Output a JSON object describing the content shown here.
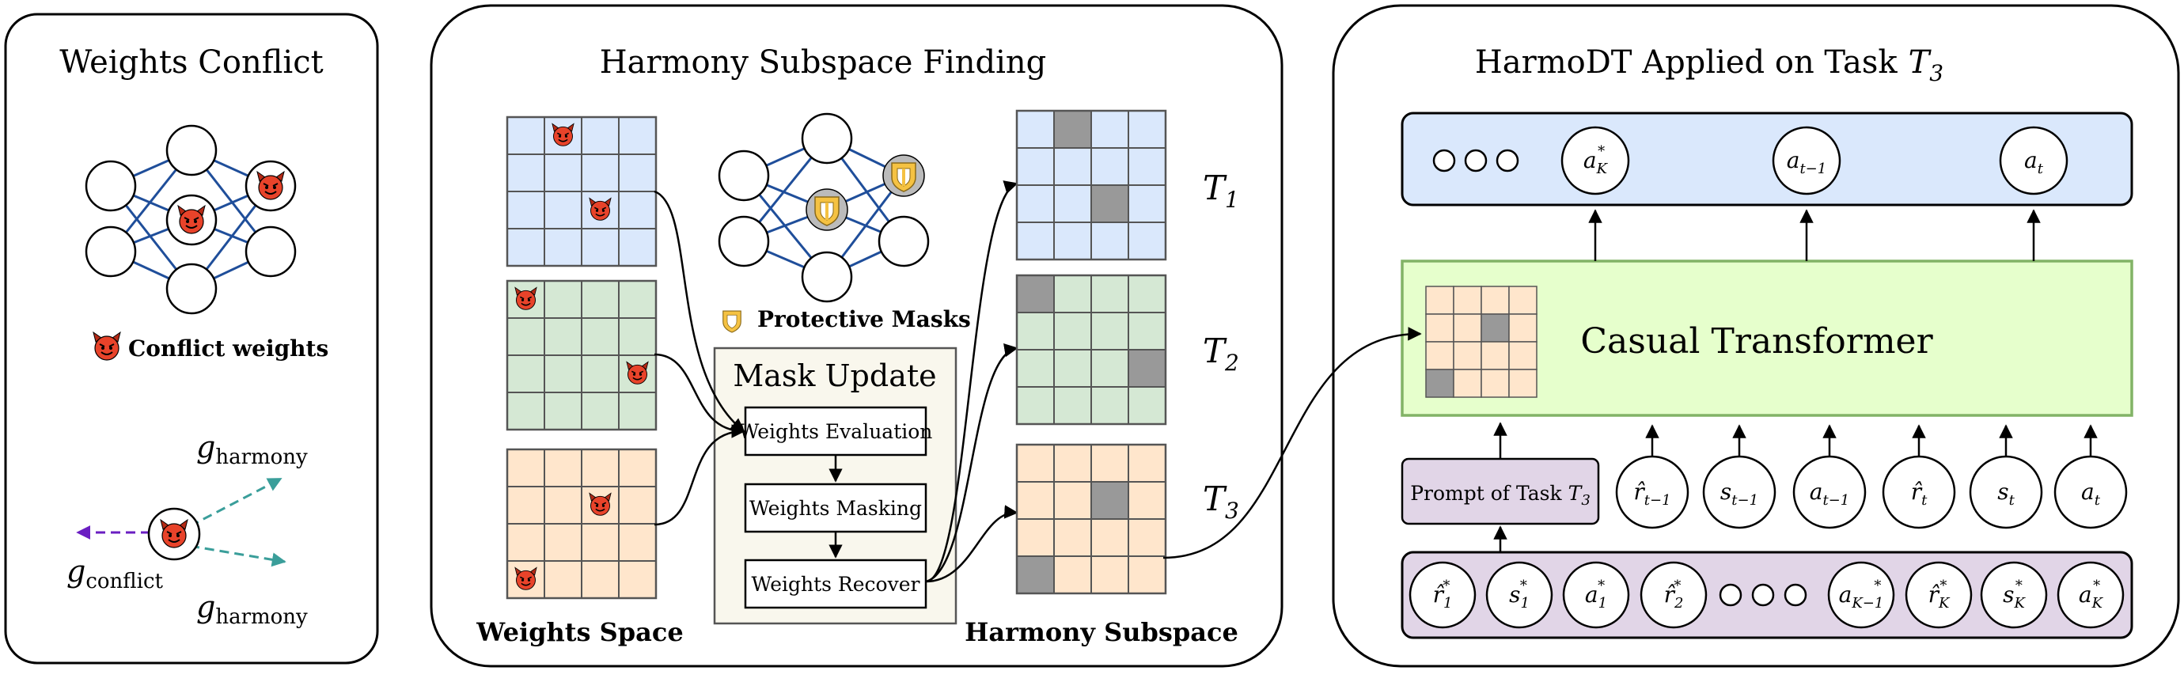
{
  "panel1": {
    "title": "Weights Conflict",
    "legend": "Conflict weights",
    "g_harmony_top_sym": "g",
    "g_harmony_top_sub": "harmony",
    "g_conflict_sym": "g",
    "g_conflict_sub": "conflict",
    "g_harmony_bottom_sym": "g",
    "g_harmony_bottom_sub": "harmony"
  },
  "panel2": {
    "title": "Harmony Subspace Finding",
    "weights_space_label": "Weights Space",
    "protective_masks_label": "Protective Masks",
    "mask_update_title": "Mask Update",
    "steps": [
      "Weights Evaluation",
      "Weights Masking",
      "Weights Recover"
    ],
    "harmony_subspace_label": "Harmony Subspace",
    "task_symbol": "T",
    "task_indices": [
      "1",
      "2",
      "3"
    ]
  },
  "panel3": {
    "title": "HarmoDT Applied on Task",
    "title_task_sym": "T",
    "title_task_sub": "3",
    "transformer_label": "Casual Transformer",
    "prompt_label": "Prompt of Task",
    "prompt_task_sym": "T",
    "prompt_task_sub": "3",
    "outputs": [
      {
        "sym": "a",
        "sub": "K",
        "sup": "*"
      },
      {
        "sym": "a",
        "sub": "t−1",
        "sup": ""
      },
      {
        "sym": "a",
        "sub": "t",
        "sup": ""
      }
    ],
    "inputs": [
      {
        "sym": "r̂",
        "sub": "t−1",
        "sup": ""
      },
      {
        "sym": "s",
        "sub": "t−1",
        "sup": ""
      },
      {
        "sym": "a",
        "sub": "t−1",
        "sup": ""
      },
      {
        "sym": "r̂",
        "sub": "t",
        "sup": ""
      },
      {
        "sym": "s",
        "sub": "t",
        "sup": ""
      },
      {
        "sym": "a",
        "sub": "t",
        "sup": ""
      }
    ],
    "prompt_tokens_left": [
      {
        "sym": "r̂",
        "sub": "1",
        "sup": "*"
      },
      {
        "sym": "s",
        "sub": "1",
        "sup": "*"
      },
      {
        "sym": "a",
        "sub": "1",
        "sup": "*"
      },
      {
        "sym": "r̂",
        "sub": "2",
        "sup": "*"
      }
    ],
    "prompt_tokens_right": [
      {
        "sym": "a",
        "sub": "K−1",
        "sup": "*"
      },
      {
        "sym": "r̂",
        "sub": "K",
        "sup": "*"
      },
      {
        "sym": "s",
        "sub": "K",
        "sup": "*"
      },
      {
        "sym": "a",
        "sub": "K",
        "sup": "*"
      }
    ]
  },
  "colors": {
    "blue_fill": "#dae8fc",
    "green_fill": "#d5e8d4",
    "orange_fill": "#ffe6cc",
    "masked": "#999999",
    "transformer_fill": "#e6ffcc",
    "transformer_stroke": "#82b366",
    "purple_fill": "#e1d5e7",
    "teal": "#3a9e9a",
    "violet": "#6a1ec2",
    "net_line": "#1f4e9a",
    "devil": "#e8432a"
  }
}
